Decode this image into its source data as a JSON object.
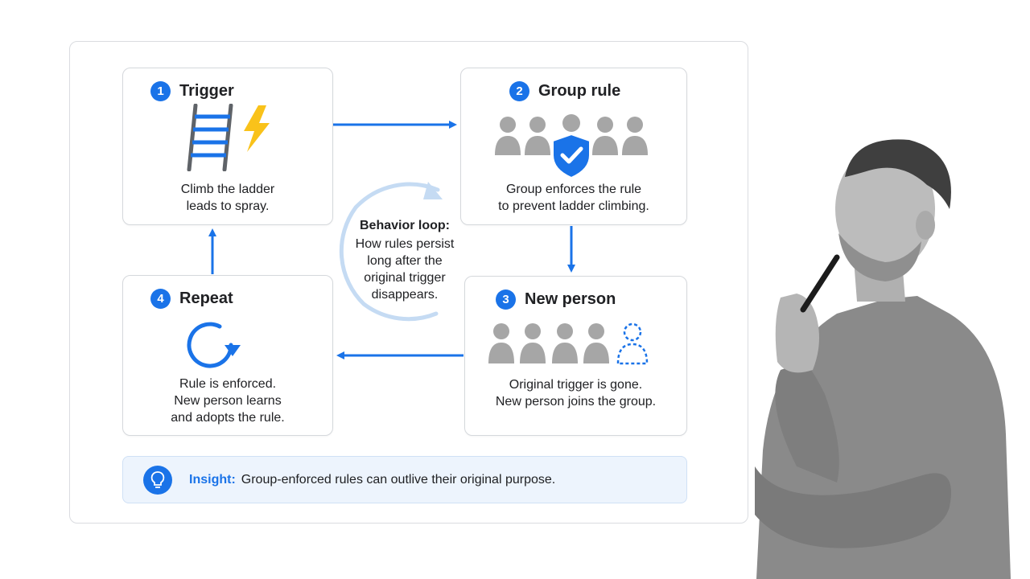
{
  "cards": {
    "trigger": {
      "number": "1",
      "title": "Trigger",
      "desc": [
        "Climb the ladder",
        "leads to spray."
      ]
    },
    "group_rule": {
      "number": "2",
      "title": "Group rule",
      "desc": [
        "Group enforces the rule",
        "to prevent ladder climbing."
      ]
    },
    "new_person": {
      "number": "3",
      "title": "New person",
      "desc": [
        "Original trigger is gone.",
        "New person joins the group."
      ]
    },
    "repeat": {
      "number": "4",
      "title": "Repeat",
      "desc": [
        "Rule is enforced.",
        "New person learns",
        "and adopts the rule."
      ]
    }
  },
  "loop": {
    "title": "Behavior loop:",
    "lines": [
      "How rules persist",
      "long after the",
      "original trigger",
      "disappears."
    ]
  },
  "insight": {
    "label": "Insight:",
    "text": "Group-enforced rules can outlive their original purpose."
  },
  "icons": {
    "ladder": "ladder-icon",
    "lightning": "lightning-icon",
    "shield": "shield-check-icon",
    "people": "people-group-icon",
    "new_person": "dashed-person-icon",
    "cycle": "refresh-icon",
    "bulb": "lightbulb-icon"
  },
  "colors": {
    "accent": "#1a73e8",
    "people_gray": "#a6a6a6",
    "lightning": "#f9c21a",
    "loop_arc": "#c5dbf3",
    "insight_bg": "#edf4fd"
  }
}
